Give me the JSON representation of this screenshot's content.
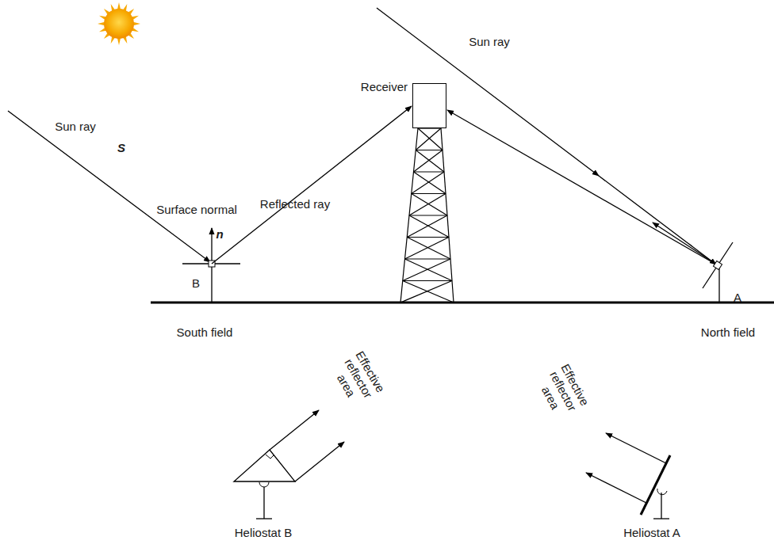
{
  "diagram": {
    "nodes": [
      {
        "text": [
          "Receiver"
        ]
      }
    ],
    "labels": [
      "Sun ray",
      "S",
      "Surface normal",
      "n",
      "B",
      "Reflected ray",
      "Sun ray",
      "A",
      "South field",
      "North field",
      "Effective reflector area",
      "Effective reflector area",
      "Heliostat B",
      "Heliostat A"
    ]
  }
}
